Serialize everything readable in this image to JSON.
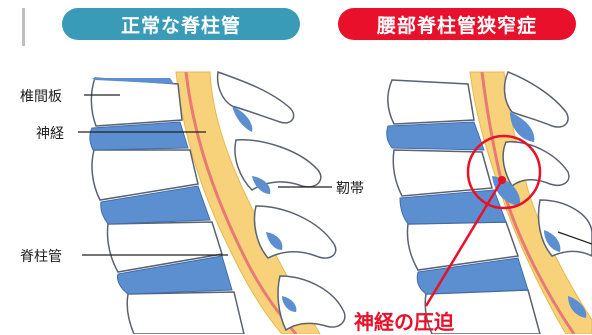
{
  "headers": {
    "normal": "正常な脊柱管",
    "stenosis": "腰部脊柱管狭窄症"
  },
  "labels": {
    "disc": "椎間板",
    "nerve": "神経",
    "ligament": "靭帯",
    "canal": "脊柱管"
  },
  "callout": "神経の圧迫",
  "colors": {
    "normal_header": "#3a9bb8",
    "stenosis_header": "#e8102a",
    "disc": "#5b8fd0",
    "canal": "#f7d27a",
    "nerve_line": "#e87a74",
    "accent": "#e8102a",
    "bone": "#ffffff",
    "bone_outline": "#5a6270"
  }
}
